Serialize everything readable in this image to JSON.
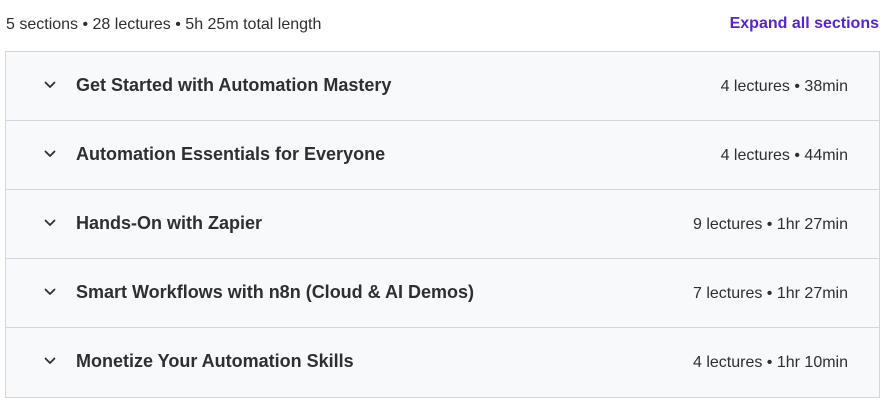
{
  "summary": {
    "text": "5 sections • 28 lectures • 5h 25m total length",
    "expand_label": "Expand all sections"
  },
  "colors": {
    "accent": "#5624d0",
    "text": "#2d2f31",
    "section_bg": "#f7f9fa",
    "border": "#d1d7dc"
  },
  "sections": [
    {
      "icon": "chevron-down-icon",
      "title": "Get Started with Automation Mastery",
      "meta": "4 lectures • 38min"
    },
    {
      "icon": "chevron-down-icon",
      "title": "Automation Essentials for Everyone",
      "meta": "4 lectures • 44min"
    },
    {
      "icon": "chevron-down-icon",
      "title": "Hands-On with Zapier",
      "meta": "9 lectures • 1hr 27min"
    },
    {
      "icon": "chevron-down-icon",
      "title": "Smart Workflows with n8n (Cloud & AI Demos)",
      "meta": "7 lectures • 1hr 27min"
    },
    {
      "icon": "chevron-down-icon",
      "title": "Monetize Your Automation Skills",
      "meta": "4 lectures • 1hr 10min"
    }
  ]
}
